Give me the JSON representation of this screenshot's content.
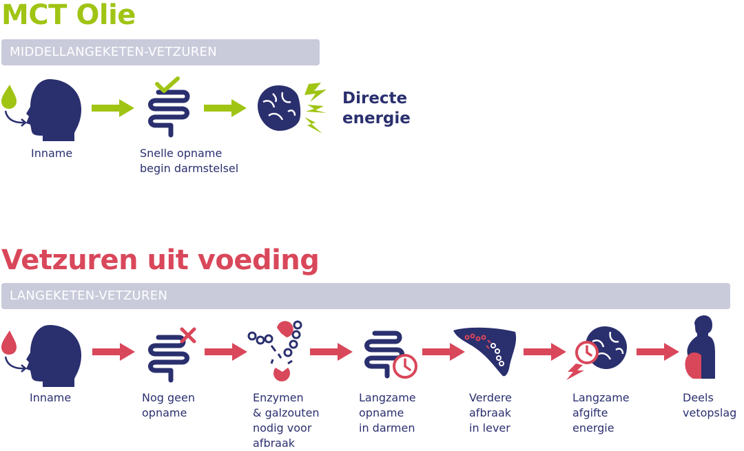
{
  "colors": {
    "navy": "#2a2f6e",
    "green": "#a0c414",
    "red": "#d9475a",
    "banner": "#c9cbdb"
  },
  "mct": {
    "title": "MCT Olie",
    "banner": "MIDDELLANGEKETEN-VETZUREN",
    "steps": [
      {
        "label": "Inname",
        "icon": "head-with-oil-drop-icon"
      },
      {
        "label": "Snelle opname\nbegin darmstelsel",
        "icon": "intestine-check-icon"
      },
      {
        "label": "Directe\nenergie",
        "icon": "brain-energy-icon"
      }
    ]
  },
  "food": {
    "title": "Vetzuren uit voeding",
    "banner": "LANGEKETEN-VETZUREN",
    "steps": [
      {
        "label": "Inname",
        "icon": "head-with-oil-drop-icon"
      },
      {
        "label": "Nog geen\nopname",
        "icon": "intestine-cross-icon"
      },
      {
        "label": "Enzymen\n& galzouten\nnodig voor\nafbraak",
        "icon": "molecule-chain-icon"
      },
      {
        "label": "Langzame\nopname\nin darmen",
        "icon": "intestine-clock-icon"
      },
      {
        "label": "Verdere\nafbraak\nin lever",
        "icon": "liver-icon"
      },
      {
        "label": "Langzame\nafgifte\nenergie",
        "icon": "brain-clock-icon"
      },
      {
        "label": "Deels\nvetopslag",
        "icon": "body-fat-storage-icon"
      }
    ]
  }
}
